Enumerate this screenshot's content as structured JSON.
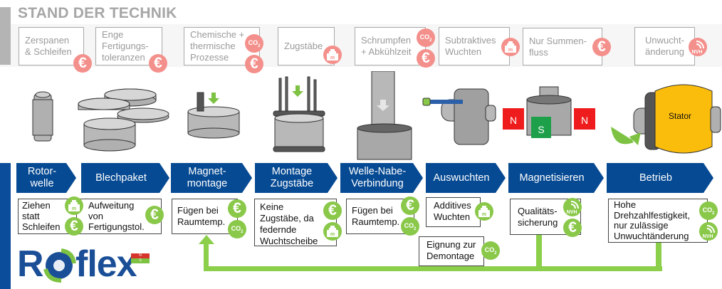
{
  "title": "STAND DER TECHNIK",
  "state_of_art": [
    {
      "text": "Zerspanen\n& Schleifen",
      "badges": [
        "euro"
      ]
    },
    {
      "text": "Enge\nFertigungs-\ntoleranzen",
      "badges": [
        "euro"
      ]
    },
    {
      "text": "Chemische +\nthermische\nProzesse",
      "badges": [
        "co2",
        "euro"
      ]
    },
    {
      "text": "Zugstäbe",
      "badges": [
        "mass"
      ]
    },
    {
      "text": "Schrumpfen\n+ Abkühlzeit",
      "badges": [
        "co2",
        "euro"
      ]
    },
    {
      "text": "Subtraktives\nWuchten",
      "badges": [
        "mass"
      ]
    },
    {
      "text": "Nur Summen-\nfluss",
      "badges": [
        "euro"
      ]
    },
    {
      "text": "Unwucht-\nänderung",
      "badges": [
        "nvh"
      ]
    }
  ],
  "process_steps": [
    {
      "label": "Rotor-\nwelle"
    },
    {
      "label": "Blechpaket"
    },
    {
      "label": "Magnet-\nmontage"
    },
    {
      "label": "Montage\nZugstäbe"
    },
    {
      "label": "Welle-Nabe-\nVerbindung"
    },
    {
      "label": "Auswuchten"
    },
    {
      "label": "Magnetisieren"
    },
    {
      "label": "Betrieb"
    }
  ],
  "solutions": [
    {
      "text": "Ziehen\nstatt\nSchleifen",
      "badges": [
        "mass",
        "euro"
      ]
    },
    {
      "text": "Aufweitung\nvon\nFertigungstol.",
      "badges": [
        "euro"
      ]
    },
    {
      "text": "Fügen bei\nRaumtemp.",
      "badges": [
        "euro",
        "co2"
      ]
    },
    {
      "text": "Keine\nZugstäbe, da\nfedernde\nWuchtscheibe",
      "badges": [
        "euro",
        "mass"
      ]
    },
    {
      "text": "Fügen bei\nRaumtemp.",
      "badges": [
        "euro",
        "co2"
      ]
    },
    {
      "text": "Additives\nWuchten",
      "badges": [
        "mass"
      ]
    },
    {
      "text": "Eignung zur\nDemontage",
      "badges": [
        "co2"
      ]
    },
    {
      "text": "Qualitäts-\nsicherung",
      "badges": [
        "nvh",
        "euro"
      ]
    },
    {
      "text": "Hohe\nDrehzahlfestigkeit,\nnur zulässige\nUnwuchtänderung",
      "badges": [
        "co2",
        "nvh"
      ]
    }
  ],
  "illustrations": {
    "magnet_labels": [
      "N",
      "S",
      "N"
    ],
    "stator_label": "Stator"
  },
  "badge_symbols": {
    "euro": "€",
    "co2": "CO",
    "co2_sub": "2",
    "mass": "m",
    "nvh": "NVH"
  },
  "logo": {
    "text_r": "R",
    "text_rest": "flex",
    "magnet_n": "N",
    "magnet_s": "S"
  },
  "colors": {
    "primary_blue": "#064a93",
    "green": "#8ac84a",
    "red_badge": "#f4908c",
    "grey": "#a6a6a6",
    "stator": "#fbbd0c"
  }
}
